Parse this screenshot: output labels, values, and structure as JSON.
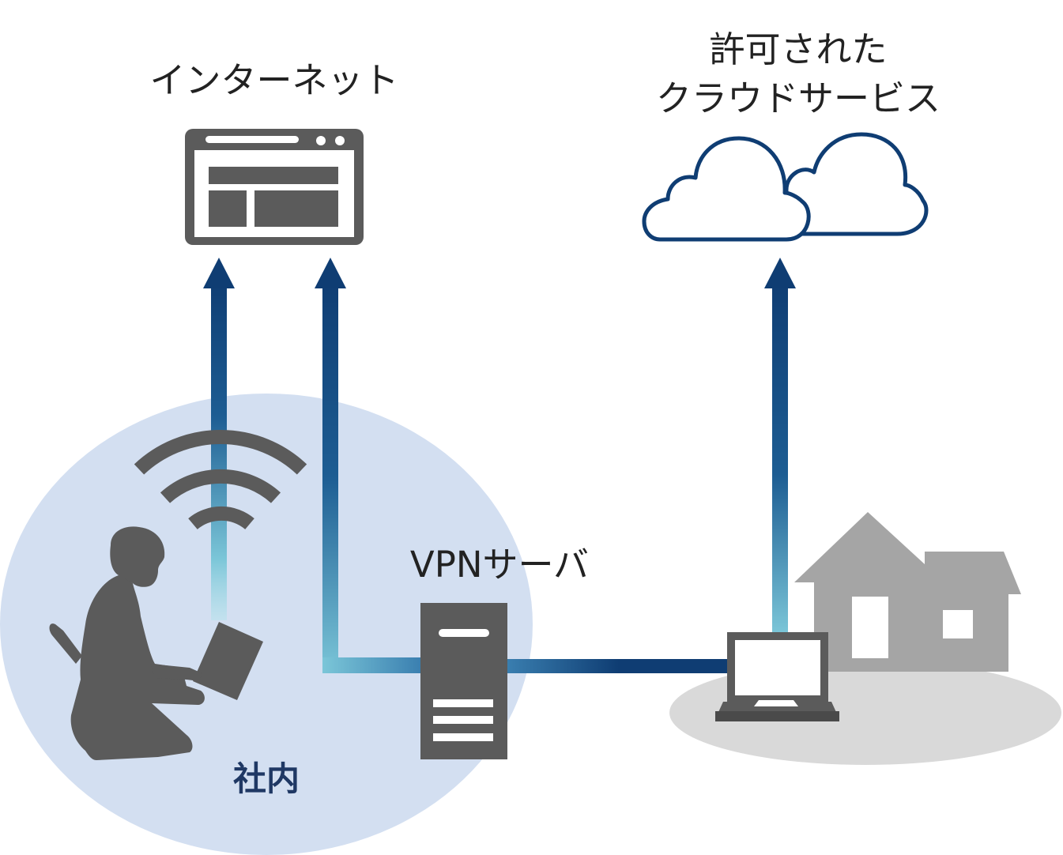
{
  "labels": {
    "internet": "インターネット",
    "cloud_line1": "許可された",
    "cloud_line2": "クラウドサービス",
    "vpn_server": "VPNサーバ",
    "office": "社内"
  },
  "nodes": {
    "internet": "browser-window-icon",
    "cloud": "cloud-icon",
    "vpn_server": "server-tower-icon",
    "home": "house-icon",
    "remote_laptop": "laptop-icon",
    "office_user": "person-with-laptop-icon",
    "wifi": "wifi-icon"
  },
  "colors": {
    "office_zone": "#d3dff1",
    "home_zone": "#d9d9d9",
    "arrow_dark": "#0f3d73",
    "arrow_light": "#7bc6d8",
    "icon_gray": "#5b5b5b",
    "house_gray": "#a5a5a5",
    "cloud_outline": "#0f3d73",
    "office_label": "#1f3864"
  }
}
